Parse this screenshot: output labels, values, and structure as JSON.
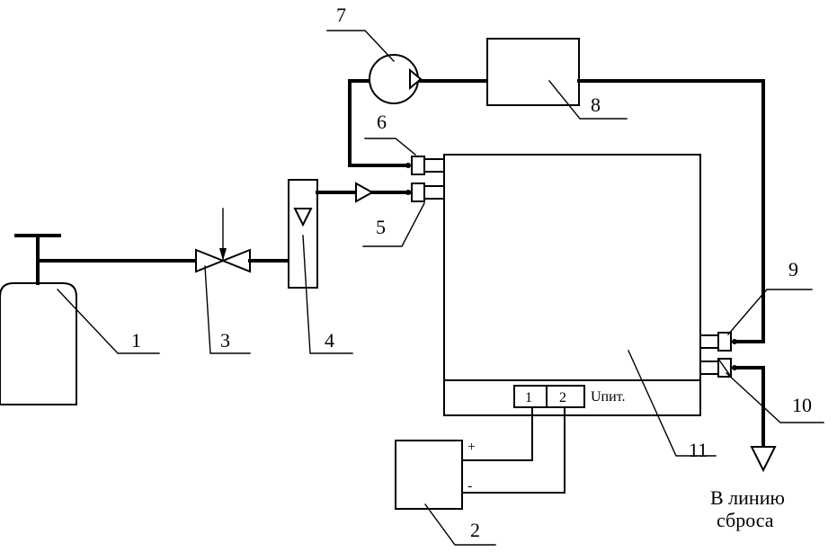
{
  "labels": {
    "n1": "1",
    "n2": "2",
    "n3": "3",
    "n4": "4",
    "n5": "5",
    "n6": "6",
    "n7": "7",
    "n8": "8",
    "n9": "9",
    "n10": "10",
    "n11": "11"
  },
  "terminals": {
    "t1": "1",
    "t2": "2",
    "supply": "Uпит."
  },
  "polarity": {
    "plus": "+",
    "minus": "-"
  },
  "caption": {
    "line1": "В линию",
    "line2": "сброса"
  }
}
